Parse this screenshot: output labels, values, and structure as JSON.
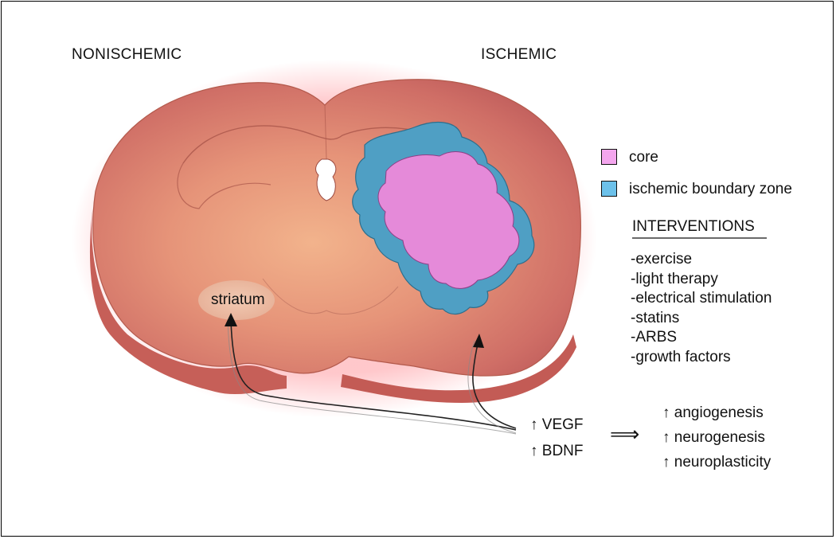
{
  "headers": {
    "left": "NONISCHEMIC",
    "right": "ISCHEMIC"
  },
  "legend": [
    {
      "label": "core",
      "color": "#f4a6ee"
    },
    {
      "label": "ischemic boundary zone",
      "color": "#6cc1ea"
    }
  ],
  "interventions": {
    "title": "INTERVENTIONS",
    "items": [
      "-exercise",
      "-light therapy",
      "-electrical stimulation",
      "-statins",
      "-ARBS",
      "-growth factors"
    ]
  },
  "region_label": "striatum",
  "factors": [
    "↑ VEGF",
    "↑ BDNF"
  ],
  "effect_arrow": "⟹",
  "effects": [
    "↑ angiogenesis",
    "↑ neurogenesis",
    "↑ neuroplasticity"
  ],
  "colors": {
    "tissue": "#d87a70",
    "tissue_light": "#efb08a",
    "tissue_edge": "#b85a4c",
    "core": "#e58ad9",
    "boundary": "#4f9fc4"
  }
}
